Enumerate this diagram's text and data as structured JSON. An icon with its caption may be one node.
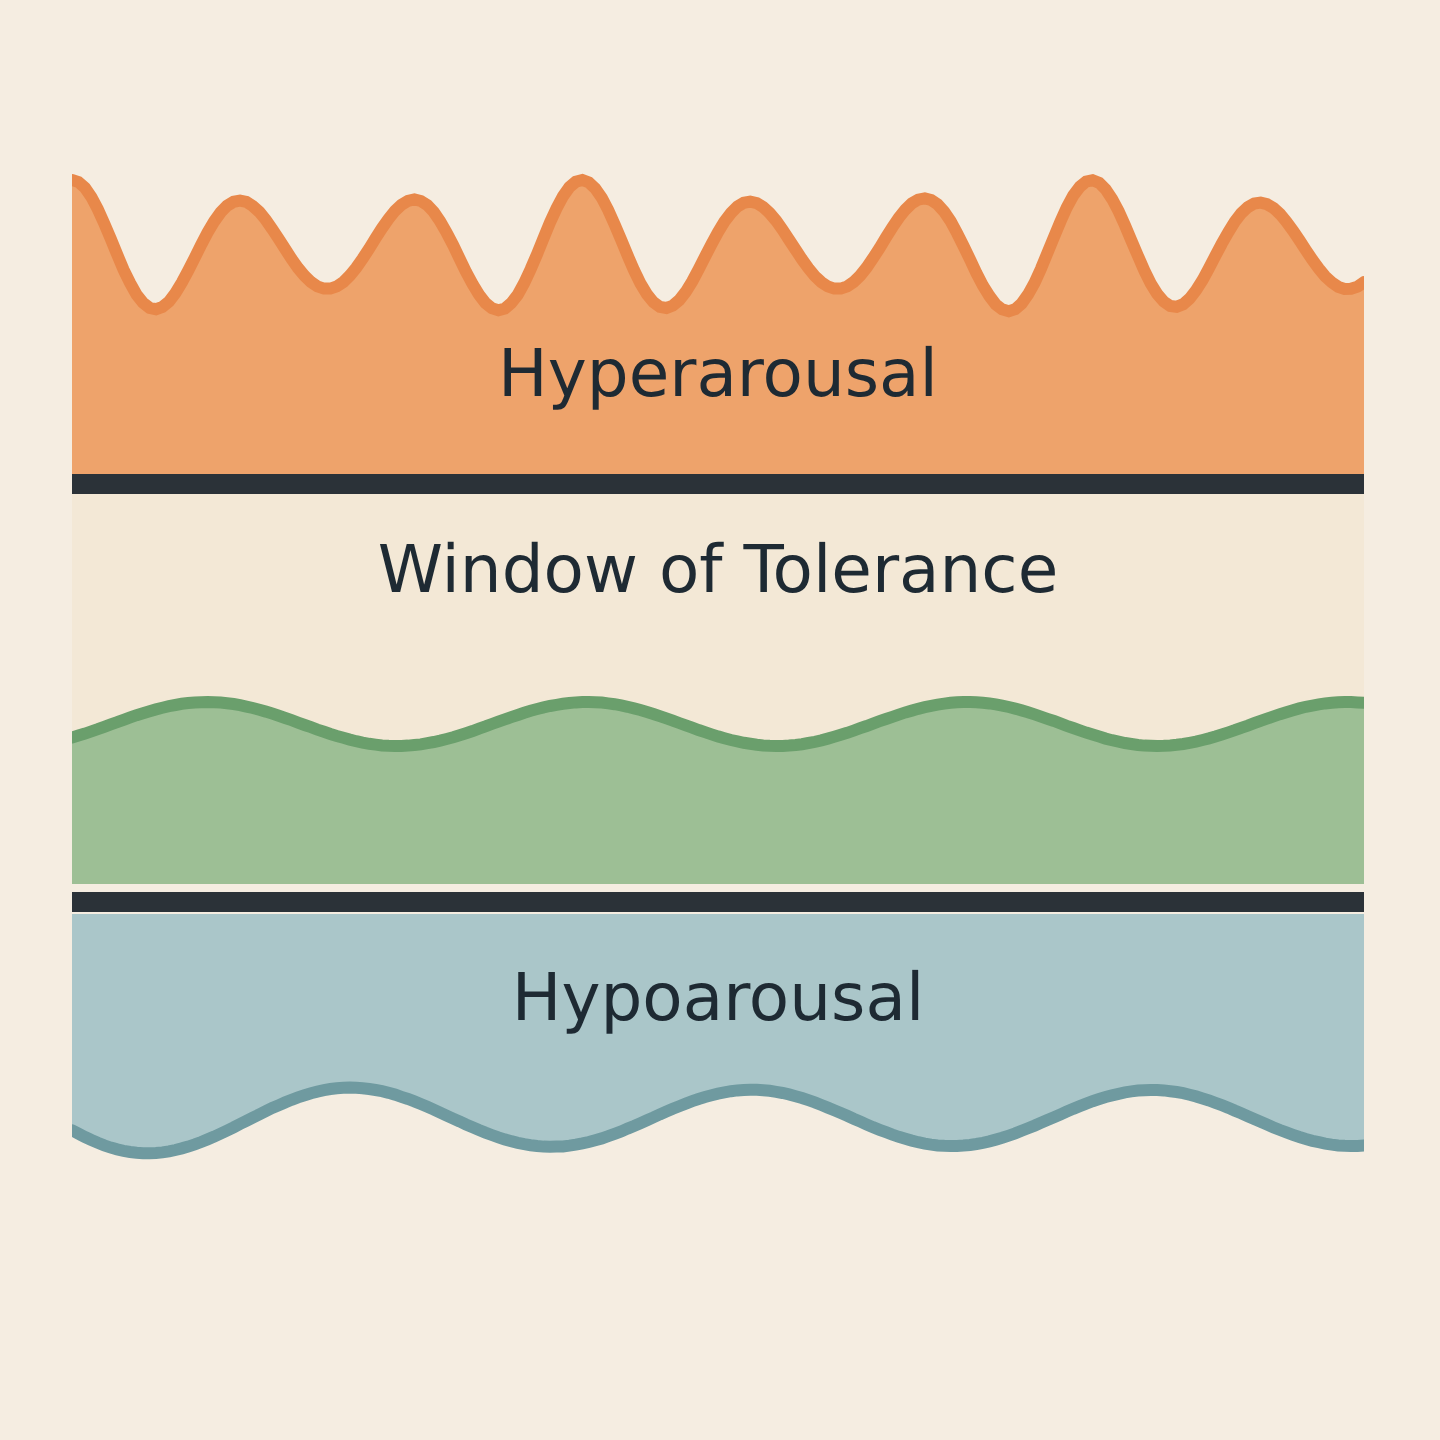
{
  "diagram": {
    "nodes": [
      {
        "text": [
          "Hyperarousal"
        ]
      },
      {
        "text": [
          "Window of Tolerance"
        ]
      },
      {
        "text": [],
        "shape": "band"
      },
      {
        "text": [
          "Hypoarousal"
        ]
      }
    ]
  }
}
